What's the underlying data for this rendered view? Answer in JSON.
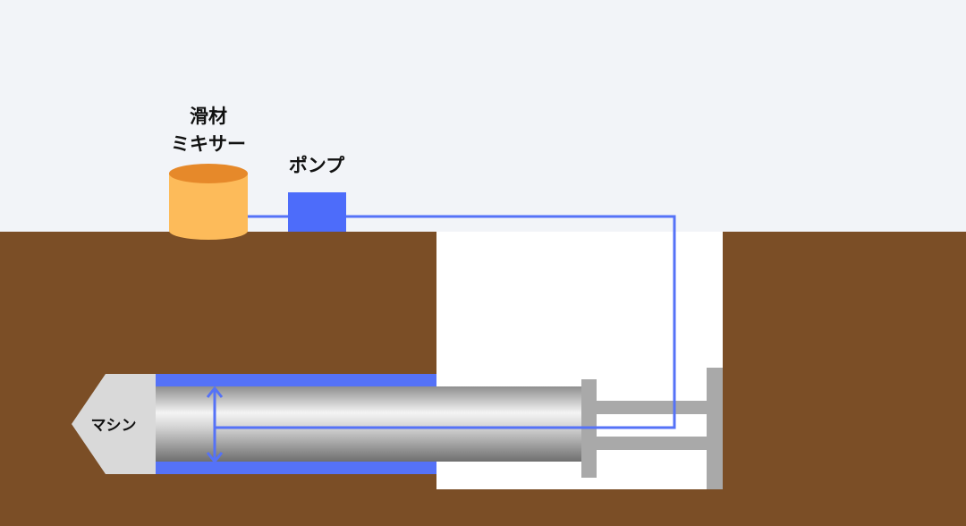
{
  "labels": {
    "mixer_line1": "滑材",
    "mixer_line2": "ミキサー",
    "pump": "ポンプ",
    "machine": "マシン"
  },
  "colors": {
    "sky": "#f2f4f8",
    "ground": "#7b4e26",
    "shaft": "#ffffff",
    "lubricant_line": "#5572f7",
    "pump": "#4d6cfa",
    "mixer_body": "#fdbb5a",
    "mixer_top": "#e6892a",
    "machine_head": "#d9d9d9",
    "jack_steel": "#a9a9a9"
  }
}
